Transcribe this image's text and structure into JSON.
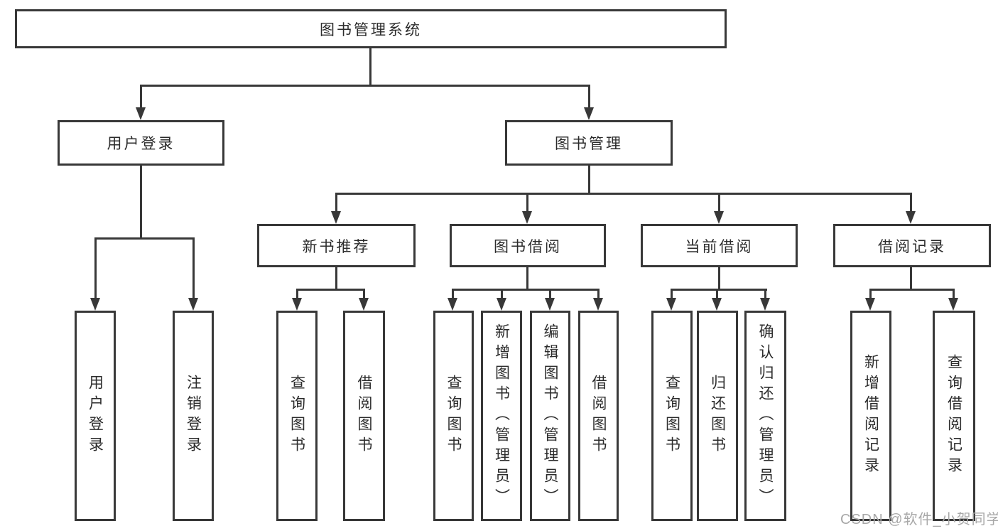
{
  "root": {
    "label": "图书管理系统"
  },
  "level2": [
    {
      "label": "用户登录"
    },
    {
      "label": "图书管理"
    }
  ],
  "level3": [
    {
      "label": "新书推荐"
    },
    {
      "label": "图书借阅"
    },
    {
      "label": "当前借阅"
    },
    {
      "label": "借阅记录"
    }
  ],
  "leaves": {
    "login": [
      "用户登录",
      "注销登录"
    ],
    "recommend": [
      "查询图书",
      "借阅图书"
    ],
    "borrow": [
      "查询图书",
      "新增图书（管理员）",
      "编辑图书（管理员）",
      "借阅图书"
    ],
    "current": [
      "查询图书",
      "归还图书",
      "确认归还（管理员）"
    ],
    "records": [
      "新增借阅记录",
      "查询借阅记录"
    ]
  },
  "watermark": {
    "text": "CSDN @软件_小贺同学"
  },
  "colors": {
    "line": "#383838",
    "text": "#2b2b2b",
    "watermark": "#a8a8a8",
    "background": "#ffffff"
  }
}
